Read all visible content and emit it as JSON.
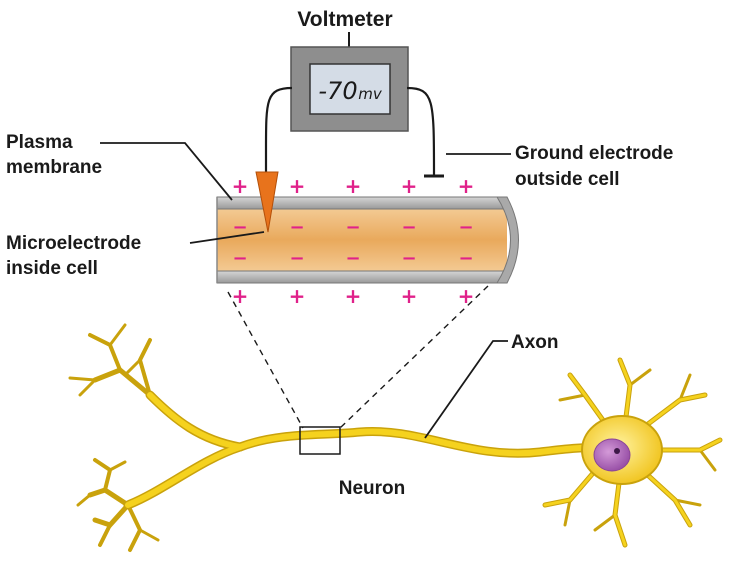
{
  "labels": {
    "voltmeter": "Voltmeter",
    "reading": "-70",
    "unit": "mv",
    "plasma_line1": "Plasma",
    "plasma_line2": "membrane",
    "micro_line1": "Microelectrode",
    "micro_line2": "inside cell",
    "ground_line1": "Ground electrode",
    "ground_line2": "outside cell",
    "axon": "Axon",
    "neuron": "Neuron"
  },
  "charges": {
    "outside": "+",
    "inside": "−"
  },
  "colors": {
    "charge": "#e0218a",
    "axon_fill": "#f2c38a",
    "membrane": "#b8b8b8",
    "neuron": "#f5d21e",
    "nucleus": "#b070c0",
    "voltmeter_body": "#8e8e8e",
    "display": "#d4dce6",
    "electrode": "#e8731c"
  }
}
